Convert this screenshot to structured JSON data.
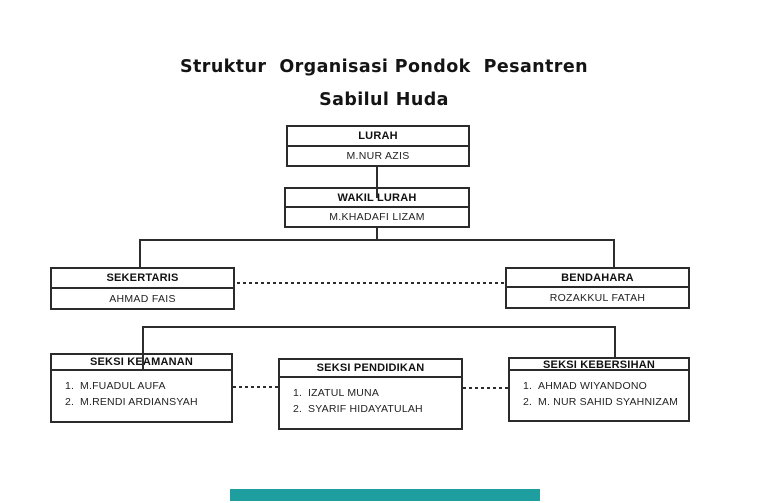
{
  "title": {
    "line1": "Struktur  Organisasi Pondok  Pesantren",
    "line2": "Sabilul Huda"
  },
  "org": {
    "lurah": {
      "role": "LURAH",
      "name": "M.NUR AZIS"
    },
    "wakil_lurah": {
      "role": "WAKIL LURAH",
      "name": "M.KHADAFI LIZAM"
    },
    "sekertaris": {
      "role": "SEKERTARIS",
      "name": "AHMAD FAIS"
    },
    "bendahara": {
      "role": "BENDAHARA",
      "name": "ROZAKKUL FATAH"
    },
    "seksi_keamanan": {
      "role": "SEKSI KEAMANAN",
      "items": [
        {
          "num": "1.",
          "name": "M.FUADUL AUFA"
        },
        {
          "num": "2.",
          "name": "M.RENDI ARDIANSYAH"
        }
      ]
    },
    "seksi_pendidikan": {
      "role": "SEKSI PENDIDIKAN",
      "items": [
        {
          "num": "1.",
          "name": "IZATUL MUNA"
        },
        {
          "num": "2.",
          "name": "SYARIF HIDAYATULAH"
        }
      ]
    },
    "seksi_kebersihan": {
      "role": "SEKSI KEBERSIHAN",
      "items": [
        {
          "num": "1.",
          "name": "AHMAD WIYANDONO"
        },
        {
          "num": "2.",
          "name": "M. NUR SAHID SYAHNIZAM"
        }
      ]
    }
  },
  "decor": {
    "accent_bar_color": "#1e9e9e",
    "line_color": "#2d2d2d"
  }
}
